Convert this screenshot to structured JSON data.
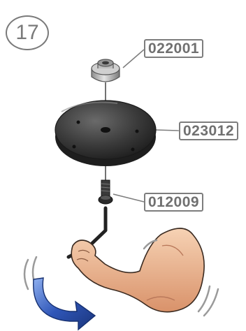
{
  "step": {
    "number": "17"
  },
  "parts": [
    {
      "code": "022001",
      "icon": "nut-icon"
    },
    {
      "code": "023012",
      "icon": "disc-plate-icon"
    },
    {
      "code": "012009",
      "icon": "bolt-icon"
    }
  ],
  "tool": {
    "icon": "allen-key-icon"
  },
  "action": {
    "icon": "rotate-arrow-icon",
    "arm_icon": "arm-icon"
  },
  "colors": {
    "label_border": "#7d7d7d",
    "label_text": "#707070",
    "disc": "#2e2e2e",
    "arrow": "#2f56b8"
  }
}
